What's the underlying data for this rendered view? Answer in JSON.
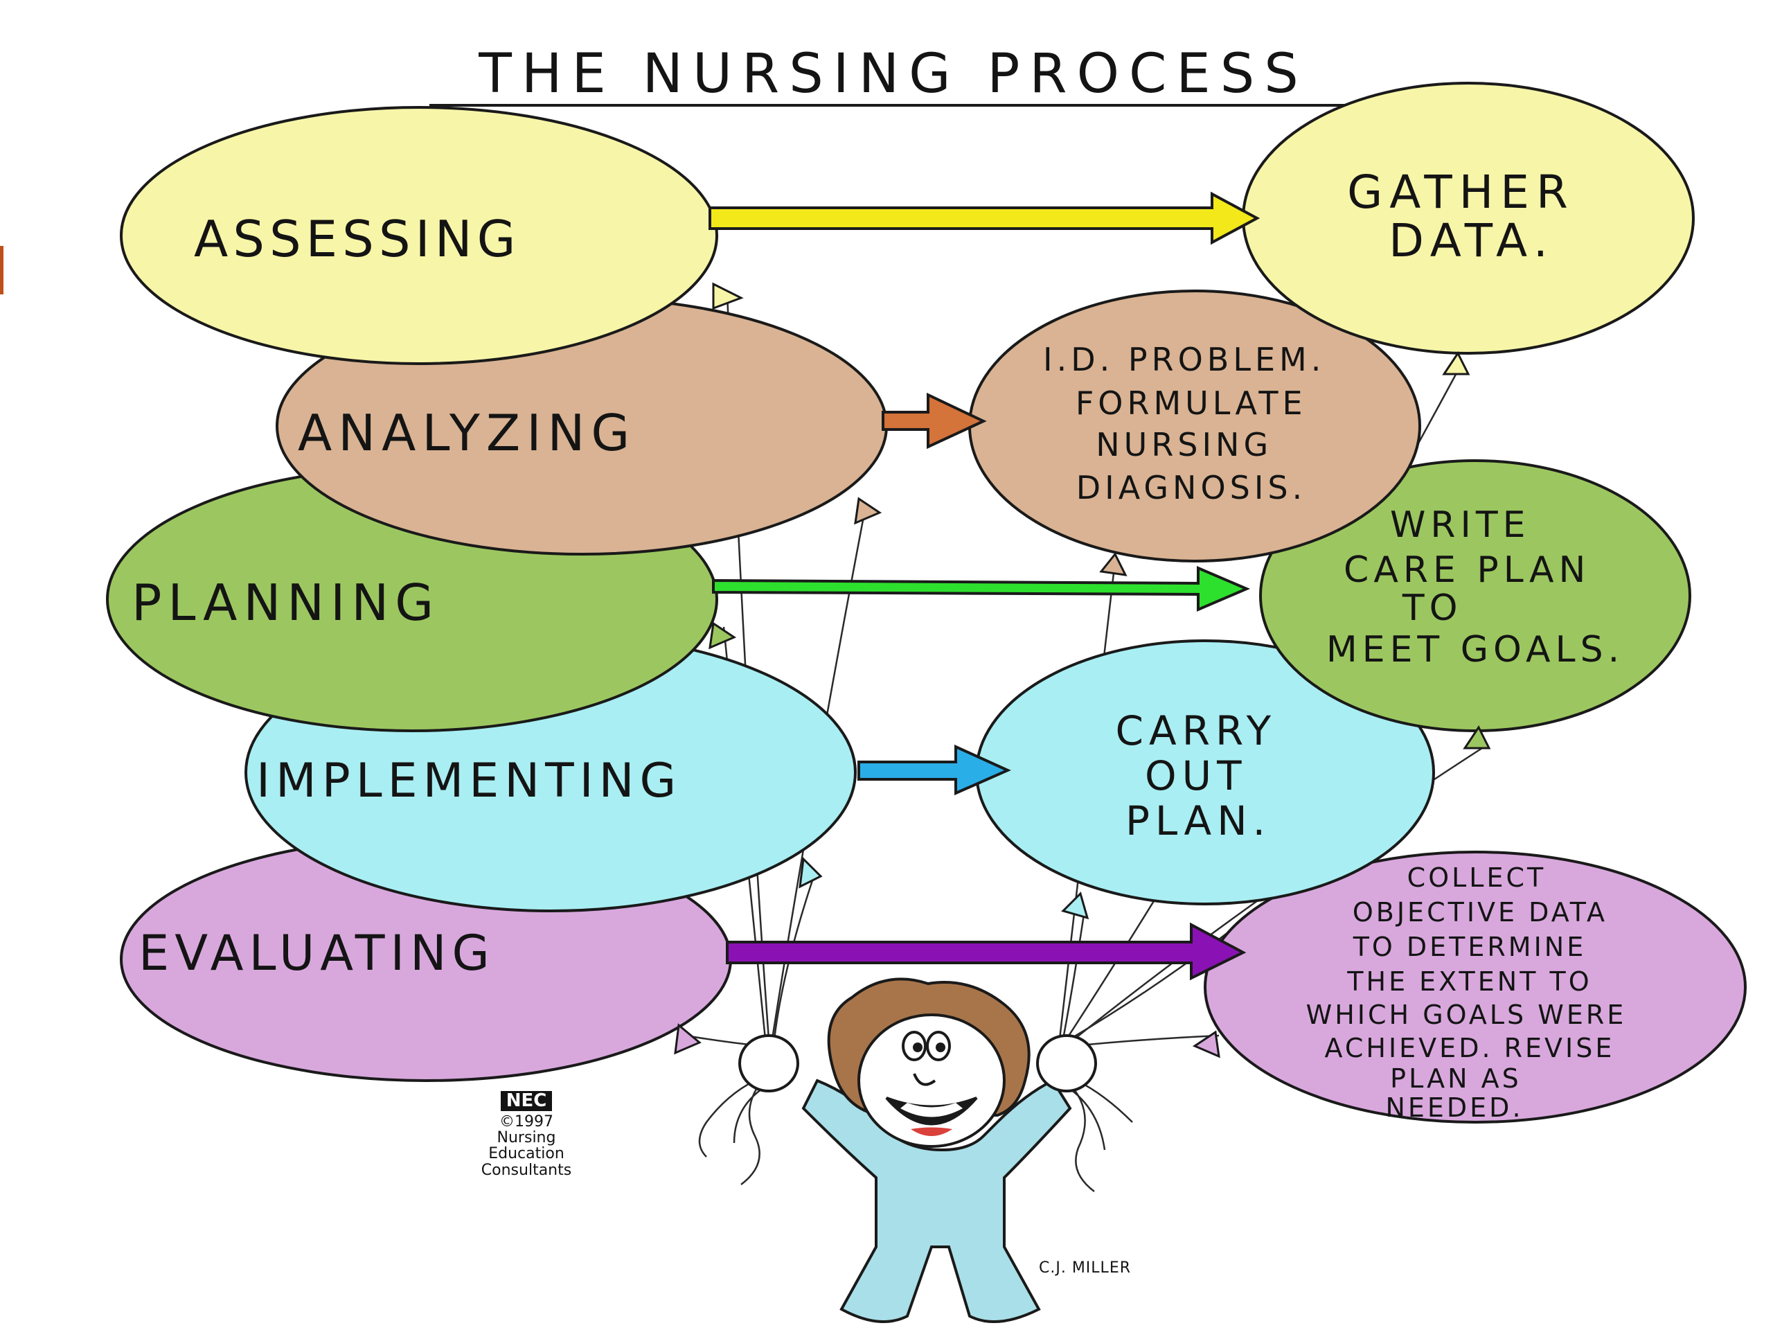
{
  "title": "THE NURSING PROCESS",
  "steps": [
    {
      "stage": "ASSESSING",
      "description": [
        "GATHER",
        "DATA."
      ],
      "color": "#f7f5a8",
      "arrow_color": "#f2e81a"
    },
    {
      "stage": "ANALYZING",
      "description": [
        "I.D. PROBLEM.",
        "FORMULATE",
        "NURSING",
        "DIAGNOSIS."
      ],
      "color": "#d9b393",
      "arrow_color": "#d4733a"
    },
    {
      "stage": "PLANNING",
      "description": [
        "WRITE",
        "CARE  PLAN",
        "TO",
        "MEET  GOALS."
      ],
      "color": "#9cc760",
      "arrow_color": "#2ee02e"
    },
    {
      "stage": "IMPLEMENTING",
      "description": [
        "CARRY",
        "OUT",
        "PLAN."
      ],
      "color": "#a9eef2",
      "arrow_color": "#2aaee8"
    },
    {
      "stage": "EVALUATING",
      "description": [
        "COLLECT",
        "OBJECTIVE  DATA",
        "TO  DETERMINE",
        "THE  EXTENT  TO",
        "WHICH  GOALS  WERE",
        "ACHIEVED.  REVISE",
        "PLAN   AS",
        "NEEDED."
      ],
      "color": "#d8a8dd",
      "arrow_color": "#8a12b4"
    }
  ],
  "copyright": {
    "logo": "NEC",
    "year": "©1997",
    "org": [
      "Nursing",
      "Education",
      "Consultants"
    ]
  },
  "signature": "C.J. MILLER",
  "colors": {
    "outline": "#1a1a1a",
    "person_suit": "#a9dfe8",
    "hair": "#a8754a"
  }
}
